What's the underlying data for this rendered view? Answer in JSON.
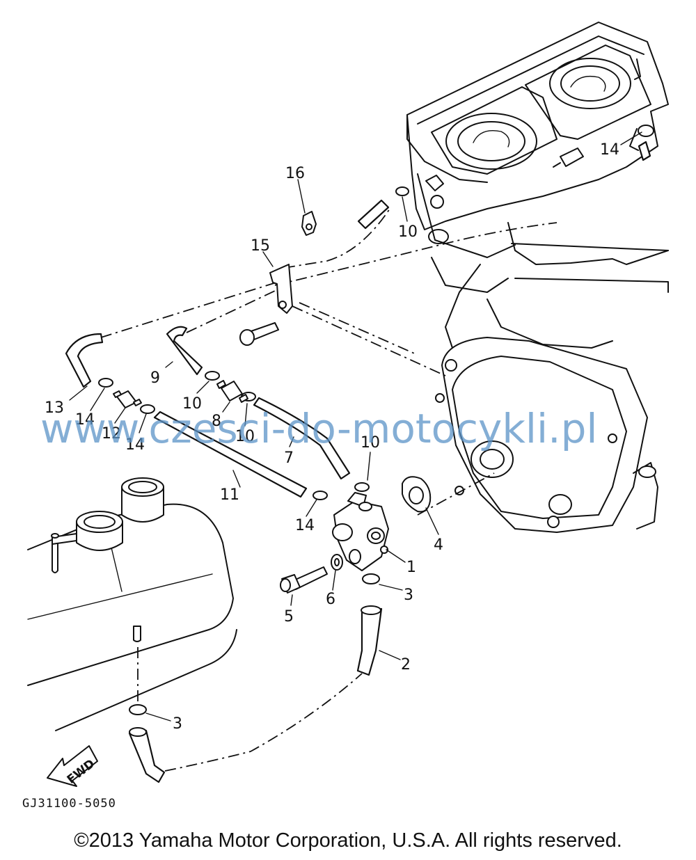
{
  "watermark": "www.czesci-do-motocykli.pl",
  "diagram_code": "GJ31100-5050",
  "fwd_label": "FWD",
  "copyright": "©2013 Yamaha Motor Corporation, U.S.A. All rights reserved.",
  "callouts": [
    {
      "id": "c1",
      "label": "1"
    },
    {
      "id": "c2",
      "label": "2"
    },
    {
      "id": "c3a",
      "label": "3"
    },
    {
      "id": "c3b",
      "label": "3"
    },
    {
      "id": "c4",
      "label": "4"
    },
    {
      "id": "c5",
      "label": "5"
    },
    {
      "id": "c6",
      "label": "6"
    },
    {
      "id": "c7",
      "label": "7"
    },
    {
      "id": "c8",
      "label": "8"
    },
    {
      "id": "c9",
      "label": "9"
    },
    {
      "id": "c10a",
      "label": "10"
    },
    {
      "id": "c10b",
      "label": "10"
    },
    {
      "id": "c10c",
      "label": "10"
    },
    {
      "id": "c10d",
      "label": "10"
    },
    {
      "id": "c11",
      "label": "11"
    },
    {
      "id": "c12",
      "label": "12"
    },
    {
      "id": "c13",
      "label": "13"
    },
    {
      "id": "c14a",
      "label": "14"
    },
    {
      "id": "c14b",
      "label": "14"
    },
    {
      "id": "c14c",
      "label": "14"
    },
    {
      "id": "c14d",
      "label": "14"
    },
    {
      "id": "c15",
      "label": "15"
    },
    {
      "id": "c16",
      "label": "16"
    }
  ]
}
